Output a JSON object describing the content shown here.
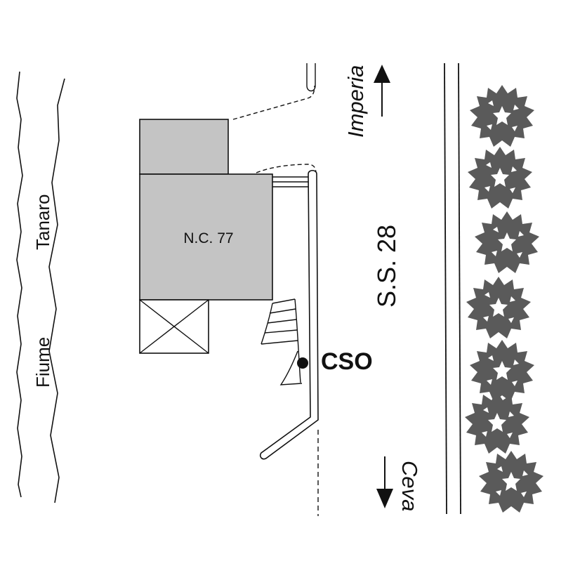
{
  "colors": {
    "ink": "#111111",
    "building_fill": "#c4c4c4",
    "tree_fill": "#5a5a5a",
    "background": "#ffffff"
  },
  "labels": {
    "river": "Fiume",
    "river_name": "Tanaro",
    "building": "N.C. 77",
    "road": "S.S. 28",
    "direction_north": "Imperia",
    "direction_south": "Ceva",
    "point": "CSO"
  },
  "icons": {
    "tree": "tree-icon",
    "arrow_up": "arrow-up-icon",
    "arrow_down": "arrow-down-icon",
    "point_marker": "point-marker-icon"
  },
  "tree_count": 7
}
